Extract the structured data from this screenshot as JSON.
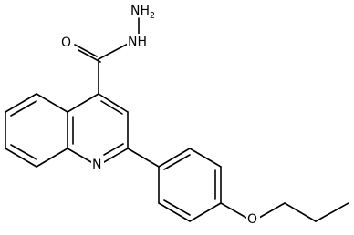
{
  "molecule": {
    "atoms": {
      "nh2": {
        "text": "NH",
        "subscript": "2"
      },
      "nh": {
        "text": "NH"
      },
      "o_carbonyl": {
        "text": "O"
      },
      "n_ring": {
        "text": "N"
      },
      "o_ether": {
        "text": "O"
      }
    }
  }
}
